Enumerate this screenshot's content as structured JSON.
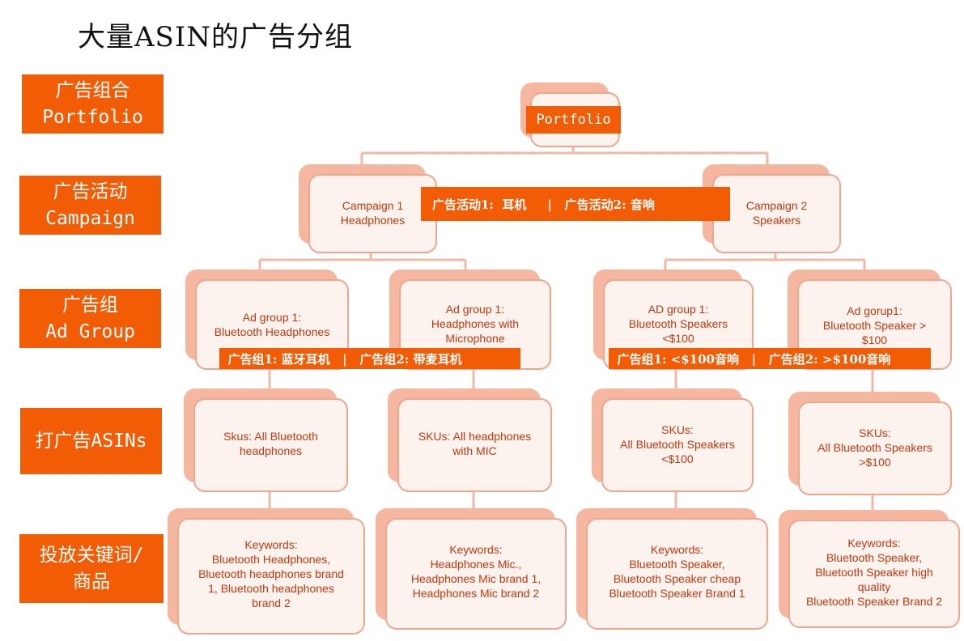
{
  "title": "大量ASIN的广告分组",
  "colors": {
    "accent": "#f25c05",
    "node_back": "#f6b7a1",
    "node_front": "#fcf2ee",
    "node_text": "#c4380d",
    "line": "#f0b9a6"
  },
  "levels": [
    {
      "line1": "广告组合",
      "line2": "Portfolio"
    },
    {
      "line1": "广告活动",
      "line2": "Campaign"
    },
    {
      "line1": "广告组",
      "line2": "Ad Group"
    },
    {
      "line1": "打广告ASINs",
      "line2": ""
    },
    {
      "line1": "投放关键词/",
      "line2": "商品"
    }
  ],
  "portfolio": {
    "label": "Portfolio"
  },
  "campaigns": [
    {
      "lines": [
        "Campaign 1",
        "Headphones"
      ]
    },
    {
      "lines": [
        "Campaign 2",
        "Speakers"
      ]
    }
  ],
  "campaign_banner": "广告活动1:  耳机     |   广告活动2: 音响",
  "ad_groups": [
    {
      "lines": [
        "Ad group 1:",
        "Bluetooth Headphones"
      ]
    },
    {
      "lines": [
        "Ad group 1:",
        "Headphones with",
        "Microphone"
      ]
    },
    {
      "lines": [
        "AD group 1:",
        "Bluetooth Speakers",
        "<$100"
      ]
    },
    {
      "lines": [
        "Ad gorup1:",
        "Bluetooth Speaker >",
        "$100"
      ]
    }
  ],
  "adgroup_banners": [
    "  广告组1: 蓝牙耳机   |   广告组2: 带麦耳机",
    "  广告组1: <$100音响   |   广告组2: >$100音响"
  ],
  "skus": [
    {
      "lines": [
        "Skus: All Bluetooth",
        "headphones"
      ]
    },
    {
      "lines": [
        "SKUs: All headphones",
        "with MIC"
      ]
    },
    {
      "lines": [
        "SKUs:",
        "All Bluetooth Speakers",
        "<$100"
      ]
    },
    {
      "lines": [
        "SKUs:",
        "All Bluetooth Speakers",
        ">$100"
      ]
    }
  ],
  "keywords": [
    {
      "lines": [
        "Keywords:",
        "Bluetooth Headphones,",
        "Bluetooth headphones brand",
        "1, Bluetooth headphones",
        "brand 2"
      ]
    },
    {
      "lines": [
        "Keywords:",
        "Headphones Mic.,",
        "Headphones Mic brand 1,",
        "Headphones Mic brand 2"
      ]
    },
    {
      "lines": [
        "Keywords:",
        "Bluetooth Speaker,",
        "Bluetooth Speaker cheap",
        "Bluetooth Speaker Brand 1"
      ]
    },
    {
      "lines": [
        "Keywords:",
        "Bluetooth Speaker,",
        "Bluetooth Speaker high",
        "quality",
        "Bluetooth Speaker Brand 2"
      ]
    }
  ]
}
